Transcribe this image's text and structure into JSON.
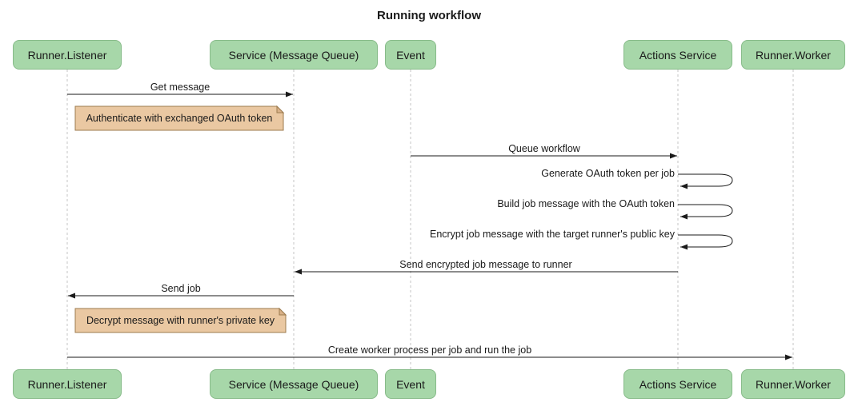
{
  "title": "Running workflow",
  "diagram_type": "sequence",
  "participants": [
    {
      "label": "Runner.Listener"
    },
    {
      "label": "Service (Message Queue)"
    },
    {
      "label": "Event"
    },
    {
      "label": "Actions Service"
    },
    {
      "label": "Runner.Worker"
    }
  ],
  "messages": [
    {
      "label": "Get message",
      "from": "Runner.Listener",
      "to": "Service (Message Queue)",
      "self": false
    },
    {
      "label": "Queue workflow",
      "from": "Event",
      "to": "Actions Service",
      "self": false
    },
    {
      "label": "Generate OAuth token per job",
      "from": "Actions Service",
      "to": "Actions Service",
      "self": true
    },
    {
      "label": "Build job message with the OAuth token",
      "from": "Actions Service",
      "to": "Actions Service",
      "self": true
    },
    {
      "label": "Encrypt job message with the target runner's public key",
      "from": "Actions Service",
      "to": "Actions Service",
      "self": true
    },
    {
      "label": "Send encrypted job message to runner",
      "from": "Actions Service",
      "to": "Service (Message Queue)",
      "self": false
    },
    {
      "label": "Send job",
      "from": "Service (Message Queue)",
      "to": "Runner.Listener",
      "self": false
    },
    {
      "label": "Create worker process per job and run the job",
      "from": "Runner.Listener",
      "to": "Runner.Worker",
      "self": false
    }
  ],
  "notes": [
    {
      "label": "Authenticate with exchanged OAuth token",
      "position": "right of Runner.Listener"
    },
    {
      "label": "Decrypt message with runner's private key",
      "position": "right of Runner.Listener"
    }
  ],
  "colors": {
    "background": "#ffffff",
    "actor_fill": "#a7d7a9",
    "actor_border": "#87bb89",
    "note_fill": "#eac8a2",
    "note_border": "#9c7b4f",
    "lifeline": "#c4c4c4",
    "arrow": "#1a1a1a",
    "text": "#1a1a1a"
  }
}
